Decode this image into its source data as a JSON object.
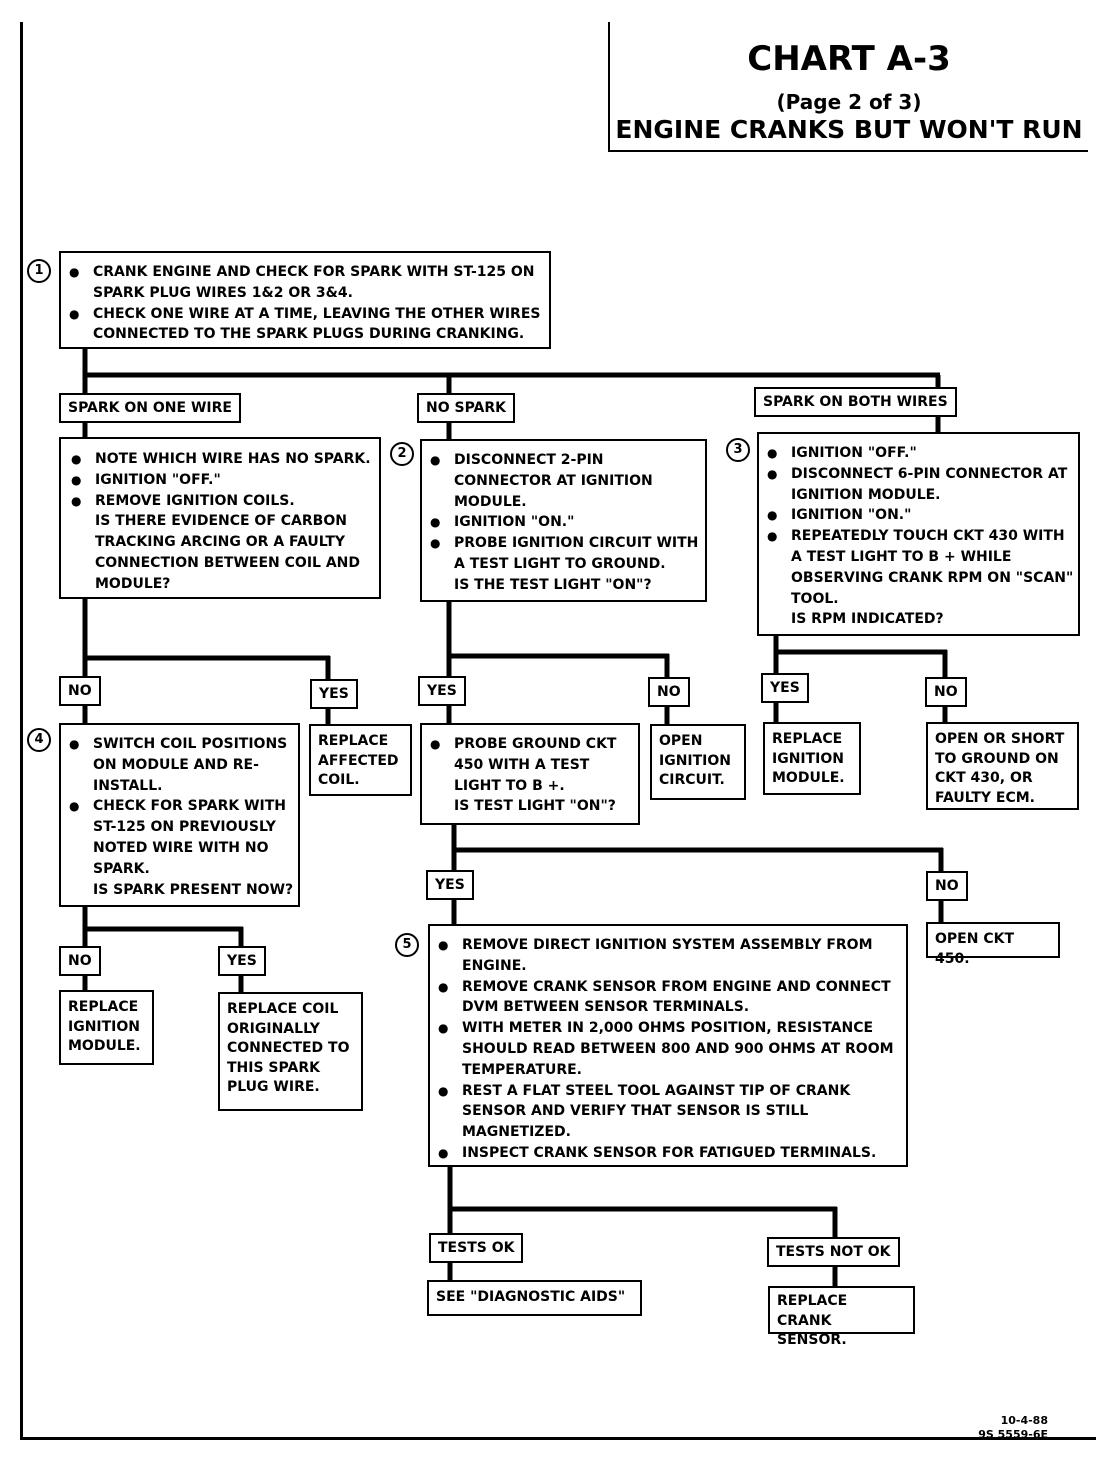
{
  "title": {
    "chart": "CHART A-3",
    "page": "(Page 2 of 3)",
    "subject": "ENGINE CRANKS BUT WON'T RUN"
  },
  "steps": {
    "s1": "1",
    "s2": "2",
    "s3": "3",
    "s4": "4",
    "s5": "5"
  },
  "box1": {
    "items": [
      "CRANK ENGINE AND  CHECK FOR SPARK WITH ST-125  ON SPARK PLUG WIRES 1&2 OR 3&4.",
      "CHECK ONE WIRE AT A TIME, LEAVING THE OTHER WIRES CONNECTED TO THE SPARK PLUGS DURING CRANKING."
    ]
  },
  "branches": {
    "one_wire": "SPARK ON ONE WIRE",
    "no_spark": "NO SPARK",
    "both_wires": "SPARK ON BOTH WIRES"
  },
  "box_one_wire": {
    "items": [
      "NOTE WHICH WIRE HAS NO SPARK.",
      "IGNITION \"OFF.\"",
      "REMOVE IGNITION COILS."
    ],
    "question": "IS THERE EVIDENCE OF CARBON TRACKING ARCING OR A FAULTY CONNECTION BETWEEN COIL AND MODULE?"
  },
  "box2": {
    "items": [
      "DISCONNECT 2-PIN CONNECTOR AT IGNITION MODULE.",
      "IGNITION \"ON.\"",
      "PROBE IGNITION CIRCUIT WITH A TEST LIGHT TO GROUND."
    ],
    "question": "IS THE TEST LIGHT \"ON\"?"
  },
  "box3": {
    "items": [
      "IGNITION \"OFF.\"",
      "DISCONNECT 6-PIN CONNECTOR AT IGNITION MODULE.",
      "IGNITION \"ON.\"",
      "REPEATEDLY TOUCH CKT 430 WITH A TEST LIGHT TO B + WHILE OBSERVING CRANK RPM ON \"SCAN\" TOOL."
    ],
    "question": "IS RPM INDICATED?"
  },
  "labels": {
    "no": "NO",
    "yes": "YES",
    "tests_ok": "TESTS OK",
    "tests_not_ok": "TESTS NOT OK"
  },
  "results": {
    "replace_affected_coil": "REPLACE AFFECTED COIL.",
    "open_ignition_circuit": "OPEN IGNITION CIRCUIT.",
    "replace_ignition_module": "REPLACE IGNITION MODULE.",
    "open_or_short": "OPEN OR SHORT TO GROUND ON CKT 430, OR FAULTY ECM.",
    "open_ckt_450": "OPEN CKT 450.",
    "replace_ignition_module_2": "REPLACE IGNITION MODULE.",
    "replace_coil": "REPLACE COIL ORIGINALLY CONNECTED TO THIS SPARK PLUG WIRE.",
    "diagnostic_aids": "SEE \"DIAGNOSTIC AIDS\"",
    "replace_crank_sensor": "REPLACE CRANK SENSOR."
  },
  "box4": {
    "items": [
      "SWITCH COIL POSITIONS ON MODULE AND RE-INSTALL.",
      "CHECK FOR SPARK WITH ST-125 ON PREVIOUSLY NOTED WIRE WITH NO SPARK."
    ],
    "question": "IS SPARK PRESENT NOW?"
  },
  "box_probe": {
    "items": [
      "PROBE GROUND CKT 450 WITH A TEST LIGHT TO B +."
    ],
    "question": "IS TEST LIGHT \"ON\"?"
  },
  "box5": {
    "items": [
      "REMOVE DIRECT IGNITION SYSTEM ASSEMBLY FROM ENGINE.",
      "REMOVE CRANK SENSOR FROM ENGINE AND CONNECT DVM BETWEEN SENSOR TERMINALS.",
      "WITH METER IN 2,000 OHMS POSITION, RESISTANCE SHOULD READ BETWEEN 800 AND 900 OHMS AT ROOM TEMPERATURE.",
      "REST A FLAT STEEL TOOL AGAINST TIP OF CRANK SENSOR AND VERIFY THAT SENSOR IS STILL MAGNETIZED.",
      "INSPECT CRANK SENSOR FOR FATIGUED TERMINALS."
    ]
  },
  "footer": {
    "date": "10-4-88",
    "code": "9S 5559-6E"
  }
}
